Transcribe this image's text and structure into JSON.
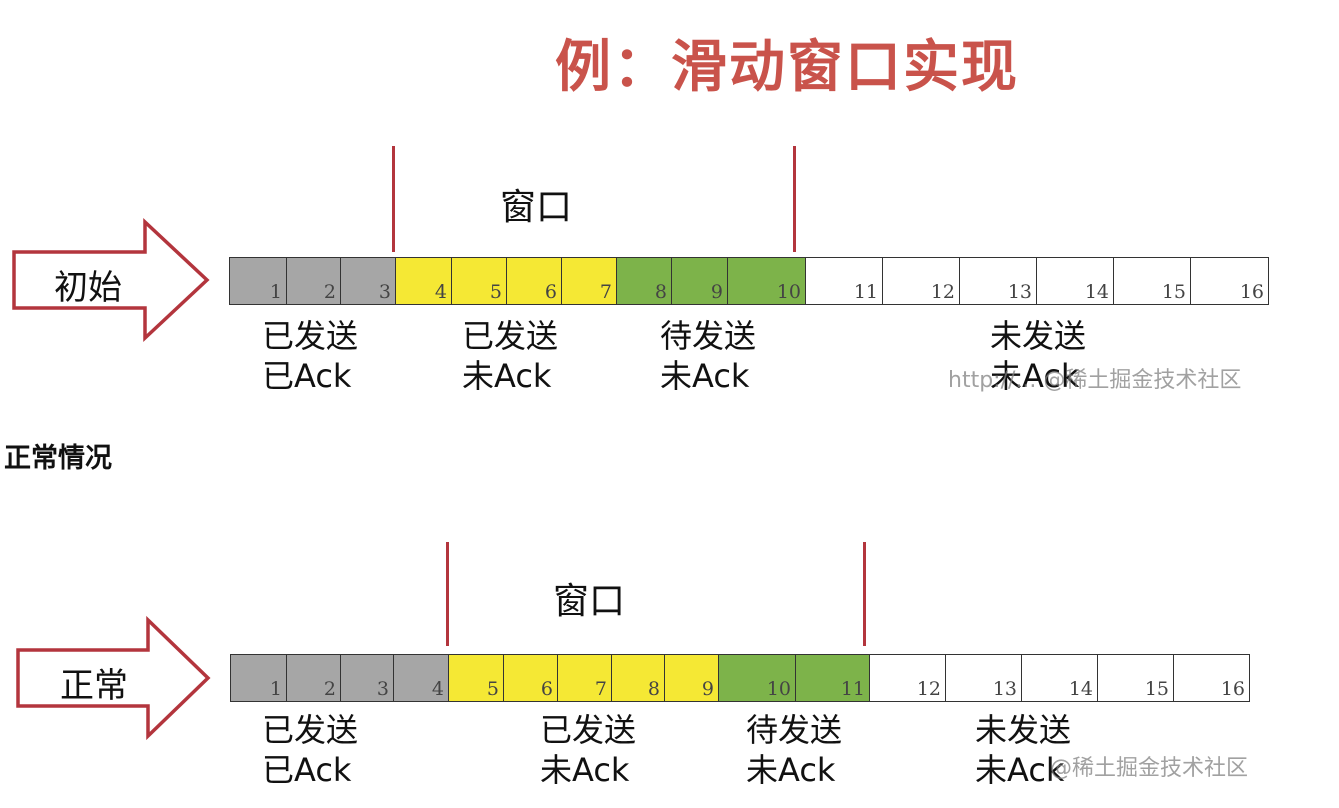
{
  "title": "例：滑动窗口实现",
  "section_heading": "正常情况",
  "colors": {
    "sent_acked": "#a6a6a6",
    "sent_unacked": "#f5e834",
    "to_send": "#7db34a",
    "not_sent": "#ffffff",
    "window_marker": "#b3353d",
    "title": "#c9534b",
    "arrow": "#b3353d"
  },
  "diagrams": [
    {
      "arrow_label": "初始",
      "window_label": "窗口",
      "cells": [
        {
          "num": "1",
          "state": "sent_acked"
        },
        {
          "num": "2",
          "state": "sent_acked"
        },
        {
          "num": "3",
          "state": "sent_acked"
        },
        {
          "num": "4",
          "state": "sent_unacked"
        },
        {
          "num": "5",
          "state": "sent_unacked"
        },
        {
          "num": "6",
          "state": "sent_unacked"
        },
        {
          "num": "7",
          "state": "sent_unacked"
        },
        {
          "num": "8",
          "state": "to_send"
        },
        {
          "num": "9",
          "state": "to_send"
        },
        {
          "num": "10",
          "state": "to_send"
        },
        {
          "num": "11",
          "state": "not_sent"
        },
        {
          "num": "12",
          "state": "not_sent"
        },
        {
          "num": "13",
          "state": "not_sent"
        },
        {
          "num": "14",
          "state": "not_sent"
        },
        {
          "num": "15",
          "state": "not_sent"
        },
        {
          "num": "16",
          "state": "not_sent"
        }
      ],
      "groups": [
        {
          "line1": "已发送",
          "line2": "已Ack"
        },
        {
          "line1": "已发送",
          "line2": "未Ack"
        },
        {
          "line1": "待发送",
          "line2": "未Ack"
        },
        {
          "line1": "未发送",
          "line2": "未Ack"
        }
      ],
      "watermark": "http://... @稀土掘金技术社区"
    },
    {
      "arrow_label": "正常",
      "window_label": "窗口",
      "cells": [
        {
          "num": "1",
          "state": "sent_acked"
        },
        {
          "num": "2",
          "state": "sent_acked"
        },
        {
          "num": "3",
          "state": "sent_acked"
        },
        {
          "num": "4",
          "state": "sent_acked"
        },
        {
          "num": "5",
          "state": "sent_unacked"
        },
        {
          "num": "6",
          "state": "sent_unacked"
        },
        {
          "num": "7",
          "state": "sent_unacked"
        },
        {
          "num": "8",
          "state": "sent_unacked"
        },
        {
          "num": "9",
          "state": "sent_unacked"
        },
        {
          "num": "10",
          "state": "to_send"
        },
        {
          "num": "11",
          "state": "to_send"
        },
        {
          "num": "12",
          "state": "not_sent"
        },
        {
          "num": "13",
          "state": "not_sent"
        },
        {
          "num": "14",
          "state": "not_sent"
        },
        {
          "num": "15",
          "state": "not_sent"
        },
        {
          "num": "16",
          "state": "not_sent"
        }
      ],
      "groups": [
        {
          "line1": "已发送",
          "line2": "已Ack"
        },
        {
          "line1": "已发送",
          "line2": "未Ack"
        },
        {
          "line1": "待发送",
          "line2": "未Ack"
        },
        {
          "line1": "未发送",
          "line2": "未Ack"
        }
      ],
      "watermark": "@稀土掘金技术社区"
    }
  ]
}
